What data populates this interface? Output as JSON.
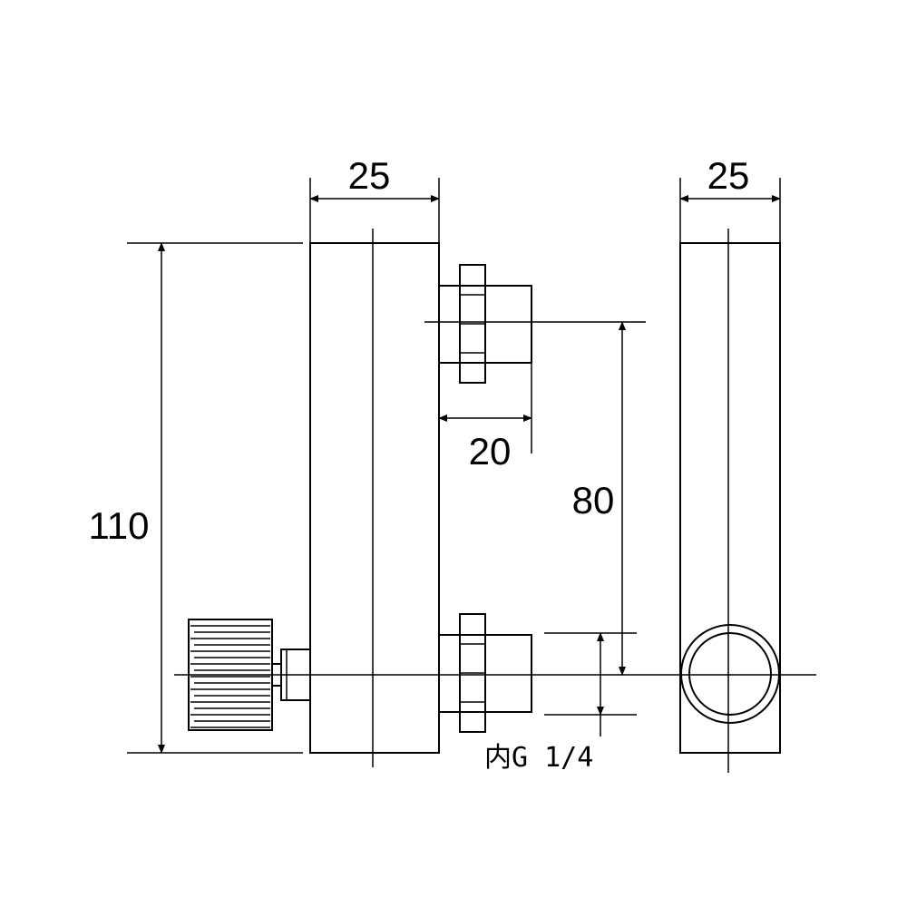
{
  "dimensions": {
    "front_width": "25",
    "side_width": "25",
    "overall_height": "110",
    "port_spacing": "80",
    "port_length": "20"
  },
  "thread_note": "内G 1/4",
  "colors": {
    "line": "#000000",
    "background": "#ffffff"
  }
}
